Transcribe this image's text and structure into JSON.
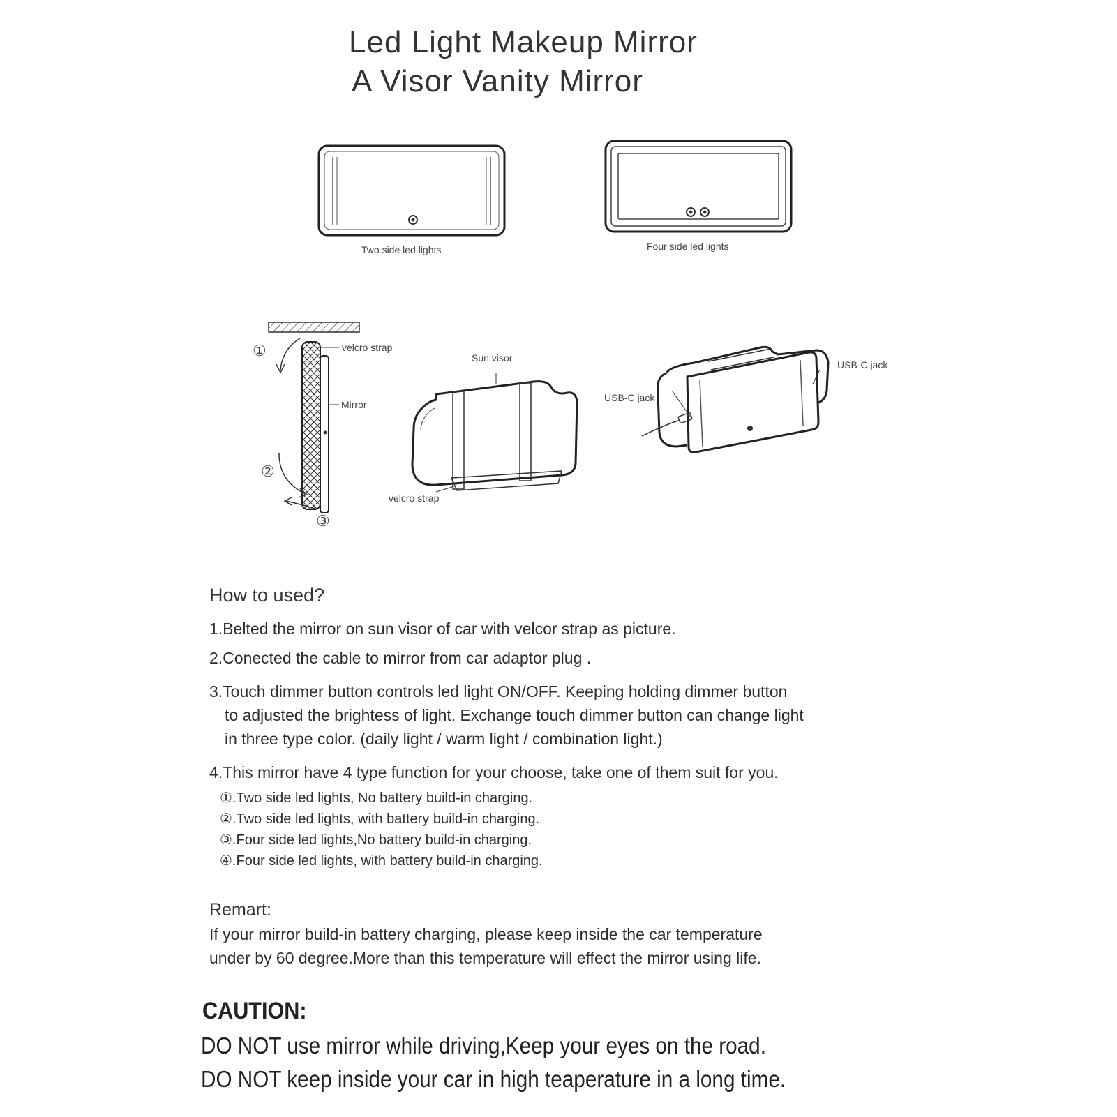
{
  "title": {
    "line1": "Led Light Makeup Mirror",
    "line2": "A Visor Vanity Mirror"
  },
  "figures": {
    "mirror_two_side_caption": "Two side led lights",
    "mirror_four_side_caption": "Four side led lights",
    "side_view": {
      "step1": "①",
      "step2": "②",
      "step3": "③",
      "velcro_label": "velcro strap",
      "mirror_label": "Mirror"
    },
    "visor_view": {
      "sun_visor_label": "Sun visor",
      "velcro_label": "velcro strap"
    },
    "usb_view": {
      "usb_right_label": "USB-C jack",
      "usb_left_label": "USB-C jack"
    }
  },
  "instructions": {
    "heading": "How to used?",
    "step1": "1.Belted the mirror on sun visor of car with velcor strap as picture.",
    "step2": "2.Conected the cable to mirror from car adaptor plug .",
    "step3_line1": "3.Touch dimmer button controls led light ON/OFF. Keeping holding dimmer button",
    "step3_line2": "to adjusted the brightess of light. Exchange touch dimmer button can change light",
    "step3_line3": "in three type color. (daily light / warm light / combination light.)",
    "step4": "4.This mirror have 4 type function for your choose, take one of them suit for you.",
    "options": [
      "①.Two side led lights, No battery build-in charging.",
      "②.Two side led lights, with battery build-in charging.",
      "③.Four side led lights,No battery build-in charging.",
      "④.Four side led lights, with battery build-in charging."
    ]
  },
  "remark": {
    "heading": "Remart:",
    "line1": "If your mirror build-in battery charging, please keep inside the car temperature",
    "line2": "under by 60 degree.More than this temperature will effect the mirror using life."
  },
  "caution": {
    "heading": "CAUTION:",
    "line1": "DO NOT use mirror while driving,Keep your eyes on the road.",
    "line2": "DO NOT keep inside your car in high teaperature in a long time."
  }
}
